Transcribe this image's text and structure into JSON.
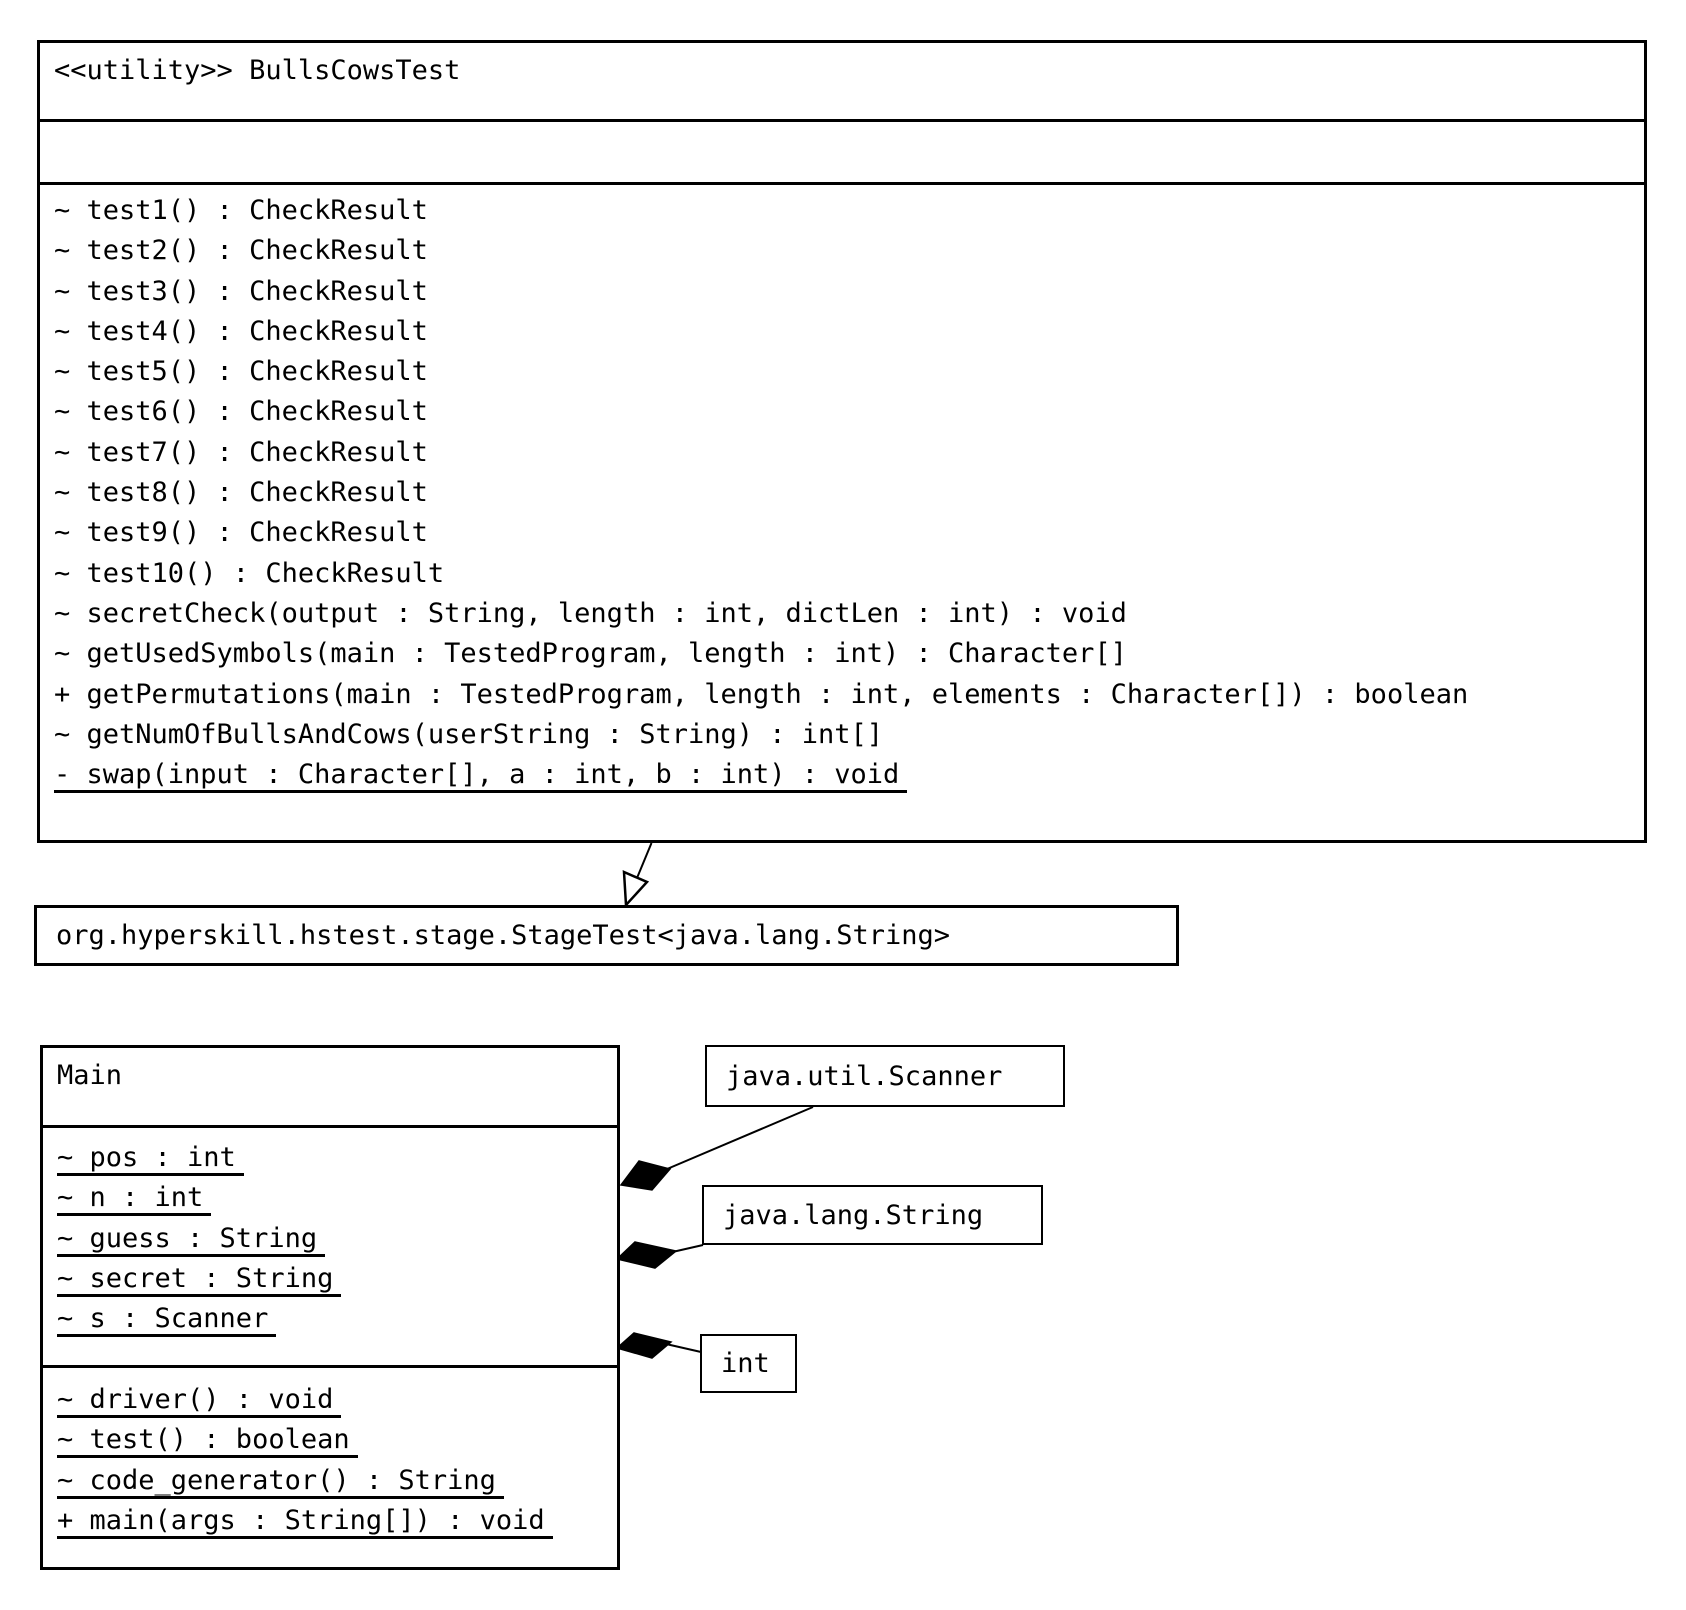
{
  "colors": {
    "background": "#ffffff",
    "line": "#000000",
    "text": "#000000"
  },
  "bulls_cows_test": {
    "title": "<<utility>> BullsCowsTest",
    "attributes": [],
    "methods": [
      {
        "text": "~ test1() : CheckResult",
        "static": false
      },
      {
        "text": "~ test2() : CheckResult",
        "static": false
      },
      {
        "text": "~ test3() : CheckResult",
        "static": false
      },
      {
        "text": "~ test4() : CheckResult",
        "static": false
      },
      {
        "text": "~ test5() : CheckResult",
        "static": false
      },
      {
        "text": "~ test6() : CheckResult",
        "static": false
      },
      {
        "text": "~ test7() : CheckResult",
        "static": false
      },
      {
        "text": "~ test8() : CheckResult",
        "static": false
      },
      {
        "text": "~ test9() : CheckResult",
        "static": false
      },
      {
        "text": "~ test10() : CheckResult",
        "static": false
      },
      {
        "text": "~ secretCheck(output : String, length : int, dictLen : int) : void",
        "static": false
      },
      {
        "text": "~ getUsedSymbols(main : TestedProgram, length : int) : Character[]",
        "static": false
      },
      {
        "text": "+ getPermutations(main : TestedProgram, length : int, elements : Character[]) : boolean",
        "static": false
      },
      {
        "text": "~ getNumOfBullsAndCows(userString : String) : int[]",
        "static": false
      },
      {
        "text": "- swap(input : Character[], a : int, b : int) : void",
        "static": true
      }
    ]
  },
  "stage_test": {
    "title": "org.hyperskill.hstest.stage.StageTest<java.lang.String>"
  },
  "main_class": {
    "title": "Main",
    "fields": [
      {
        "text": "~ pos : int",
        "static": true
      },
      {
        "text": "~ n : int",
        "static": true
      },
      {
        "text": "~ guess : String",
        "static": true
      },
      {
        "text": "~ secret : String",
        "static": true
      },
      {
        "text": "~ s : Scanner",
        "static": true
      }
    ],
    "methods": [
      {
        "text": "~ driver() : void",
        "static": true
      },
      {
        "text": "~ test() : boolean",
        "static": true
      },
      {
        "text": "~ code_generator() : String",
        "static": true
      },
      {
        "text": "+ main(args : String[]) : void",
        "static": true
      }
    ]
  },
  "scanner_class": {
    "title": "java.util.Scanner"
  },
  "string_class": {
    "title": "java.lang.String"
  },
  "int_class": {
    "title": "int"
  },
  "relations": [
    {
      "type": "inheritance",
      "from": "BullsCowsTest",
      "to": "org.hyperskill.hstest.stage.StageTest<java.lang.String>"
    },
    {
      "type": "composition",
      "from": "Main",
      "to": "java.util.Scanner"
    },
    {
      "type": "composition",
      "from": "Main",
      "to": "java.lang.String"
    },
    {
      "type": "composition",
      "from": "Main",
      "to": "int"
    }
  ]
}
